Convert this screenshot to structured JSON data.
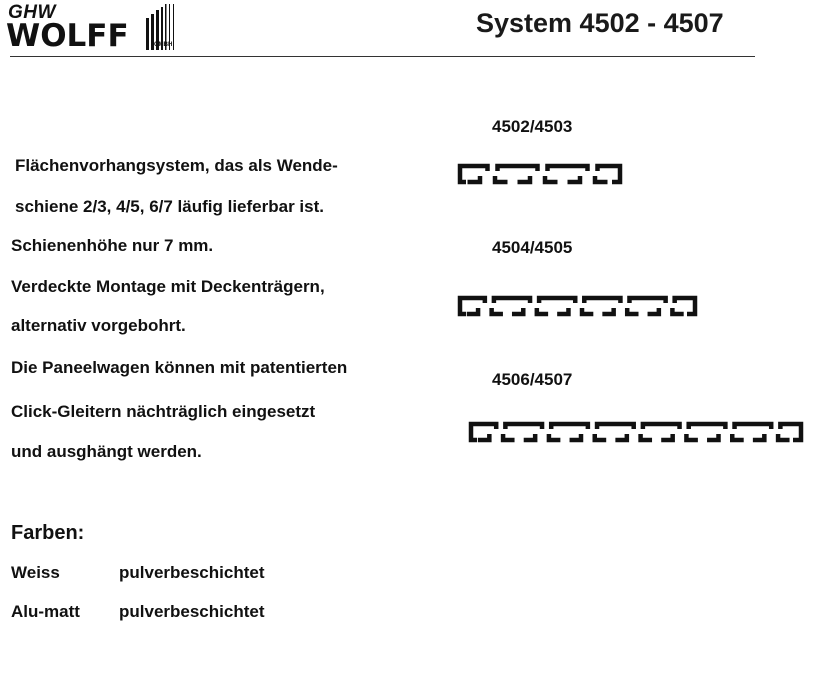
{
  "logo": {
    "top_text": "GHW",
    "main_text": "WOLFF",
    "small_text": "GMBH"
  },
  "title": "System 4502 - 4507",
  "description": [
    "Flächenvorhangsystem, das als Wende-",
    "schiene 2/3, 4/5, 6/7 läufig lieferbar ist.",
    "Schienenhöhe nur 7 mm.",
    "Verdeckte Montage mit Deckenträgern,",
    "alternativ vorgebohrt.",
    "Die Paneelwagen können mit patentierten",
    "Click-Gleitern nächträglich eingesetzt",
    "und ausghängt werden."
  ],
  "colors_section": {
    "heading": "Farben:",
    "items": [
      {
        "name": "Weiss",
        "finish": "pulverbeschichtet"
      },
      {
        "name": "Alu-matt",
        "finish": "pulverbeschichtet"
      }
    ]
  },
  "profiles": [
    {
      "label": "4502/4503",
      "channels": 3
    },
    {
      "label": "4504/4505",
      "channels": 5
    },
    {
      "label": "4506/4507",
      "channels": 7
    }
  ],
  "colors": {
    "text": "#111111",
    "rule": "#333333",
    "profile_stroke": "#111111"
  }
}
